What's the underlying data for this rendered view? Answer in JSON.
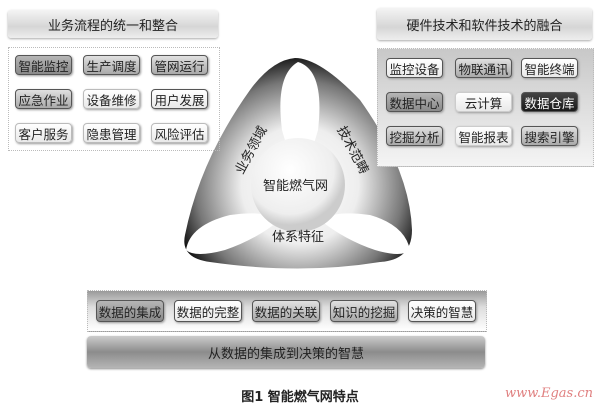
{
  "business_panel": {
    "title": "业务流程的统一和整合",
    "items": [
      "智能监控",
      "生产调度",
      "管网运行",
      "应急作业",
      "设备维修",
      "用户发展",
      "客户服务",
      "隐患管理",
      "风险评估"
    ]
  },
  "tech_panel": {
    "title": "硬件技术和软件技术的融合",
    "items": [
      "监控设备",
      "物联通讯",
      "智能终端",
      "数据中心",
      "云计算",
      "数据仓库",
      "挖掘分析",
      "智能报表",
      "搜索引擎"
    ]
  },
  "center": {
    "core": "智能燃气网",
    "left": "业务领域",
    "right": "技术范畴",
    "bottom": "体系特征"
  },
  "data_panel": {
    "items": [
      "数据的集成",
      "数据的完整",
      "数据的关联",
      "知识的挖掘",
      "决策的智慧"
    ],
    "bar": "从数据的集成到决策的智慧"
  },
  "caption": "图1  智能燃气网特点",
  "watermark": "www.Egas.cn"
}
